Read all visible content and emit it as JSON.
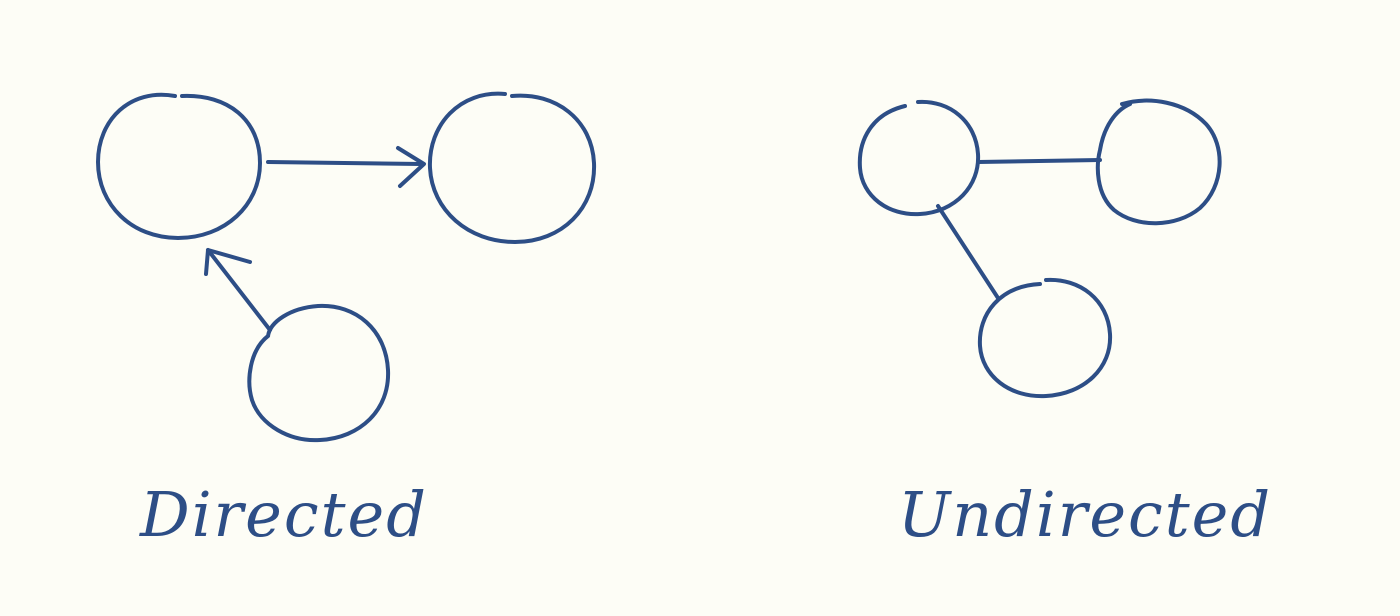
{
  "diagrams": {
    "directed": {
      "caption": "Directed",
      "nodes": 3,
      "edges": [
        {
          "from": 0,
          "to": 1,
          "arrow": true
        },
        {
          "from": 2,
          "to": 0,
          "arrow": true
        }
      ]
    },
    "undirected": {
      "caption": "Undirected",
      "nodes": 3,
      "edges": [
        {
          "from": 0,
          "to": 1,
          "arrow": false
        },
        {
          "from": 2,
          "to": 0,
          "arrow": false
        }
      ]
    }
  },
  "colors": {
    "ink": "#2d4e86",
    "paper": "#fdfdf6"
  }
}
